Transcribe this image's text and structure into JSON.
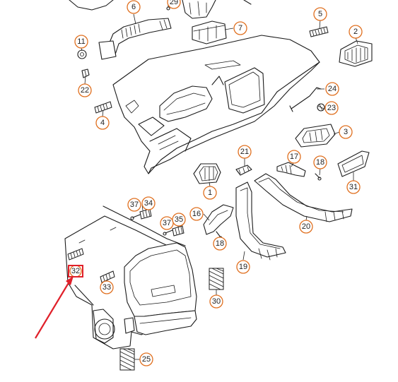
{
  "callouts": [
    {
      "id": "c1",
      "label": "1"
    },
    {
      "id": "c2",
      "label": "2"
    },
    {
      "id": "c3",
      "label": "3"
    },
    {
      "id": "c4",
      "label": "4"
    },
    {
      "id": "c5",
      "label": "5"
    },
    {
      "id": "c6",
      "label": "6"
    },
    {
      "id": "c7",
      "label": "7"
    },
    {
      "id": "c11",
      "label": "11"
    },
    {
      "id": "c16",
      "label": "16"
    },
    {
      "id": "c17",
      "label": "17"
    },
    {
      "id": "c18a",
      "label": "18"
    },
    {
      "id": "c18b",
      "label": "18"
    },
    {
      "id": "c19",
      "label": "19"
    },
    {
      "id": "c20",
      "label": "20"
    },
    {
      "id": "c21",
      "label": "21"
    },
    {
      "id": "c22",
      "label": "22"
    },
    {
      "id": "c23",
      "label": "23"
    },
    {
      "id": "c24",
      "label": "24"
    },
    {
      "id": "c25",
      "label": "25"
    },
    {
      "id": "c29",
      "label": "29"
    },
    {
      "id": "c30",
      "label": "30"
    },
    {
      "id": "c31",
      "label": "31"
    },
    {
      "id": "c32",
      "label": "32"
    },
    {
      "id": "c33",
      "label": "33"
    },
    {
      "id": "c34",
      "label": "34"
    },
    {
      "id": "c35",
      "label": "35"
    },
    {
      "id": "c37a",
      "label": "37"
    },
    {
      "id": "c37b",
      "label": "37"
    }
  ],
  "highlight": {
    "target": "32",
    "box_color": "#e0202a",
    "arrow_color": "#e0202a"
  },
  "colors": {
    "callout_ring": "#e07020",
    "line": "#1b1b1b",
    "background": "#ffffff"
  }
}
